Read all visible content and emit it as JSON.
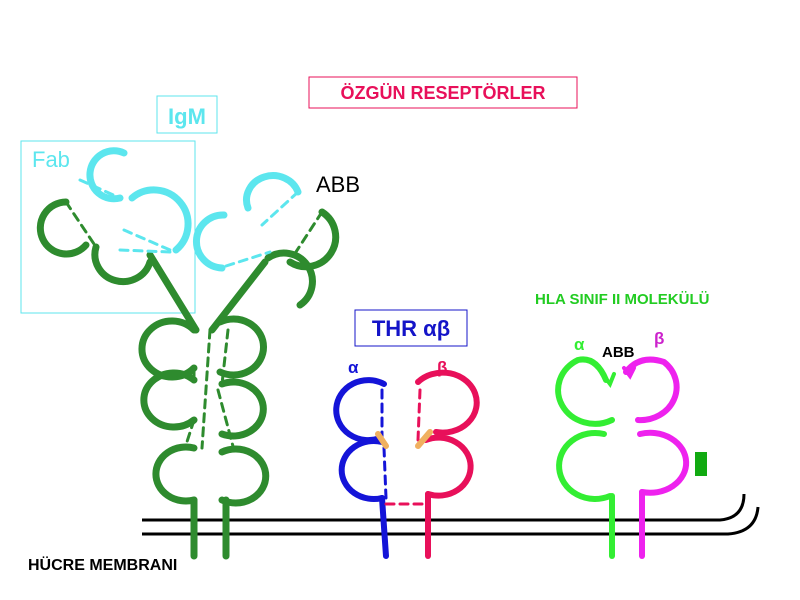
{
  "title": "ÖZGÜN RESEPTÖRLER",
  "igm": {
    "label": "IgM",
    "fab_label": "Fab",
    "abb_label": "ABB"
  },
  "tcr": {
    "label": "THR αβ",
    "alpha": "α",
    "beta": "β"
  },
  "hla": {
    "label": "HLA SINIF II MOLEKÜLÜ",
    "alpha": "α",
    "beta": "β",
    "abb_label": "ABB"
  },
  "membrane_label": "HÜCRE MEMBRANI",
  "colors": {
    "title_text": "#e8105a",
    "title_border": "#e8105a",
    "igm_text": "#5ce6ee",
    "igm_dark": "#2e8b2e",
    "igm_light": "#5ce6ee",
    "tcr_text": "#1414c8",
    "tcr_alpha": "#1414d8",
    "tcr_beta": "#e8105a",
    "disulfide": "#f0b060",
    "hla_text": "#22cc22",
    "hla_alpha": "#33ee33",
    "hla_beta": "#ee22ee",
    "hla_beta_text": "#cc22cc",
    "hla_block": "#11aa11",
    "membrane": "#000000"
  }
}
